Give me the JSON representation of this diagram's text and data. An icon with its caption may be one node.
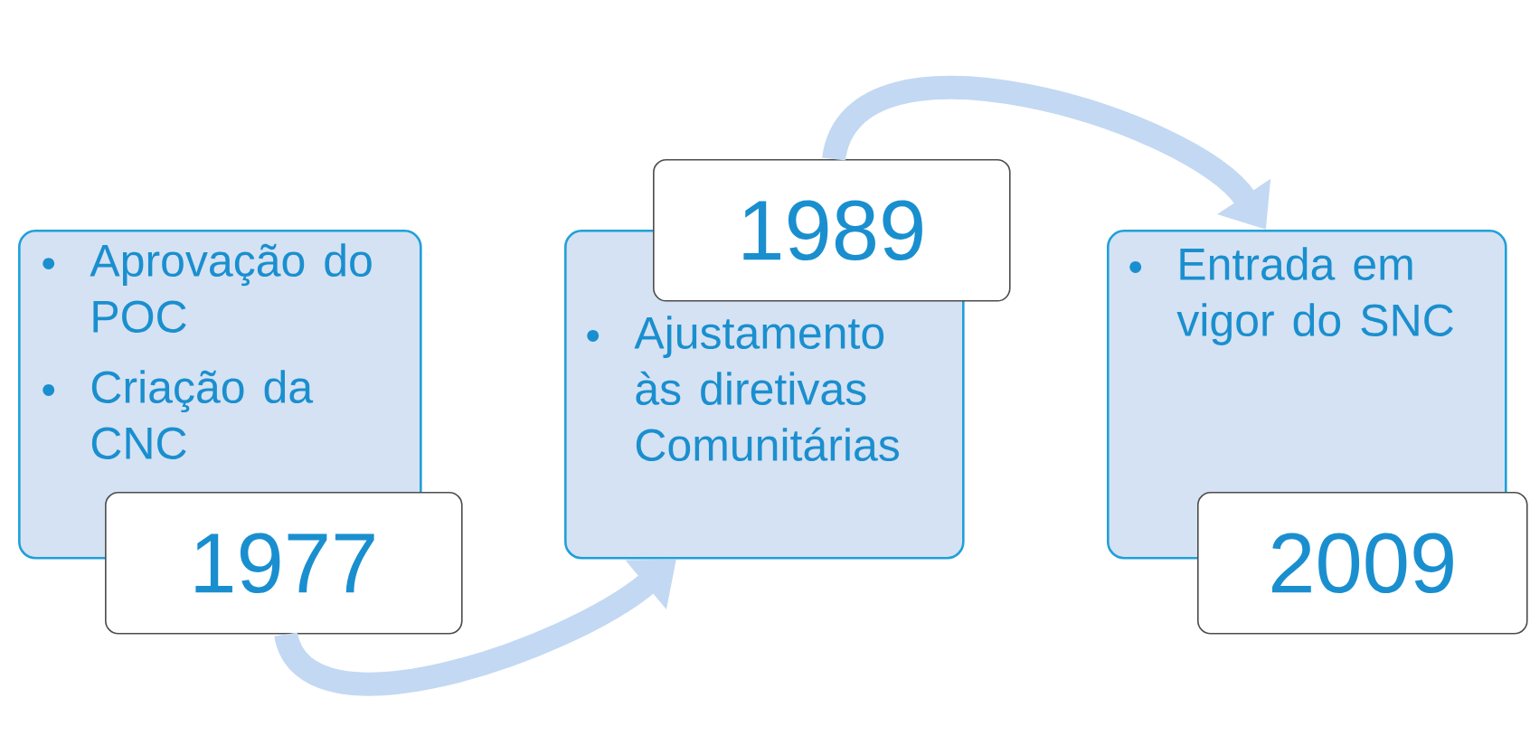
{
  "diagram": {
    "nodes": [
      {
        "text": [
          "Aprovação do POC",
          "Criação da CNC"
        ]
      },
      {
        "text": [
          "1977"
        ]
      },
      {
        "text": [
          "Ajustamento às diretivas Comunitárias"
        ]
      },
      {
        "text": [
          "1989"
        ]
      },
      {
        "text": [
          "Entrada em vigor do SNC"
        ]
      },
      {
        "text": [
          "2009"
        ]
      }
    ],
    "edges": [
      {
        "from": 1,
        "to": 2,
        "arrow": "to"
      },
      {
        "from": 3,
        "to": 4,
        "arrow": "to"
      }
    ]
  }
}
